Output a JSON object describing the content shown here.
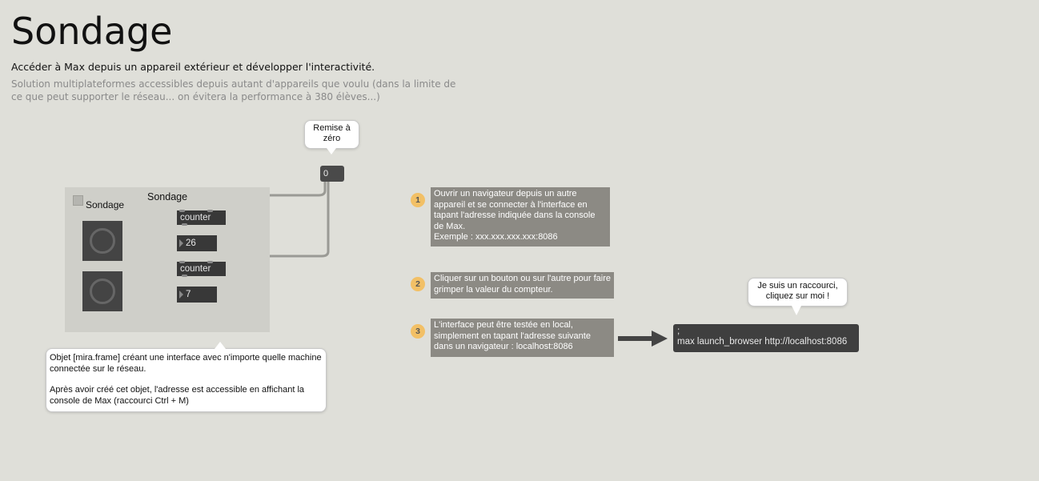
{
  "header": {
    "title": "Sondage",
    "subtitle": "Accéder à Max depuis un appareil extérieur et développer l'interactivité.",
    "description": "Solution multiplateformes accessibles depuis autant d'appareils que voulu (dans la limite de ce que peut supporter le réseau... on évitera la performance à 380 élèves...)"
  },
  "reset": {
    "bubble": "Remise à zéro",
    "message_value": "0"
  },
  "mira_frame": {
    "toggle_label": "Sondage",
    "frame_title": "Sondage",
    "counter1": {
      "label": "counter",
      "value": "26"
    },
    "counter2": {
      "label": "counter",
      "value": "7"
    },
    "dial_icon": "dial-icon"
  },
  "frame_comment": {
    "line1": "Objet [mira.frame] créant une interface avec n'importe quelle machine connectée sur le réseau.",
    "line2": "Après avoir créé cet objet, l'adresse est accessible en affichant la console de Max (raccourci Ctrl + M)"
  },
  "steps": [
    {
      "number": "1",
      "text": "Ouvrir un navigateur depuis un autre appareil et se connecter à l'interface en tapant l'adresse indiquée dans la console de Max.",
      "extra": "Exemple : xxx.xxx.xxx.xxx:8086"
    },
    {
      "number": "2",
      "text": "Cliquer sur un bouton ou sur l'autre pour faire grimper la valeur du compteur."
    },
    {
      "number": "3",
      "text": "L'interface peut être testée en local, simplement en tapant l'adresse suivante dans un navigateur : localhost:8086"
    }
  ],
  "shortcut": {
    "bubble": "Je suis un raccourci, cliquez sur moi !",
    "message_line1": ";",
    "message_line2": "max launch_browser http://localhost:8086"
  },
  "colors": {
    "background": "#dfdfd9",
    "object": "#383838",
    "note": "#8c8a84",
    "badge": "#f2c066"
  }
}
